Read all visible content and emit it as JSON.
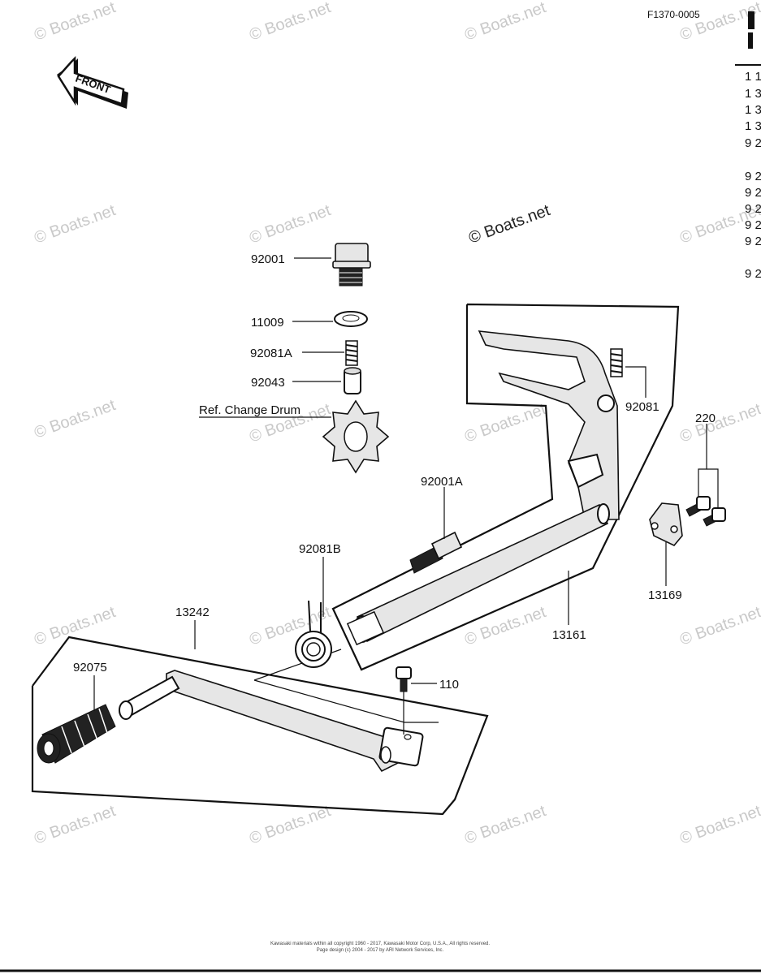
{
  "header": {
    "code": "F1370-0005"
  },
  "front_badge": "FRONT",
  "watermark": "© Boats.net",
  "callouts": {
    "c92001": "92001",
    "c11009": "11009",
    "c92081A": "92081A",
    "c92043": "92043",
    "ref_change_drum": "Ref. Change Drum",
    "c92081": "92081",
    "c220": "220",
    "c92001A": "92001A",
    "c92081B": "92081B",
    "c13169": "13169",
    "c13242": "13242",
    "c13161": "13161",
    "c92075": "92075",
    "c110": "110"
  },
  "right_edge_list": [
    "1 1",
    "1 3",
    "1 3",
    "1 3",
    "9 2",
    "9 2",
    "9 2",
    "9 2",
    "9 2",
    "9 2",
    "9 2"
  ],
  "footer": {
    "line1": "Kawasaki materials within all copyright 1960 - 2017, Kawasaki Motor Corp, U.S.A., All rights reserved.",
    "line2": "Page design (c) 2004 - 2017 by ARI Network Services, Inc."
  }
}
